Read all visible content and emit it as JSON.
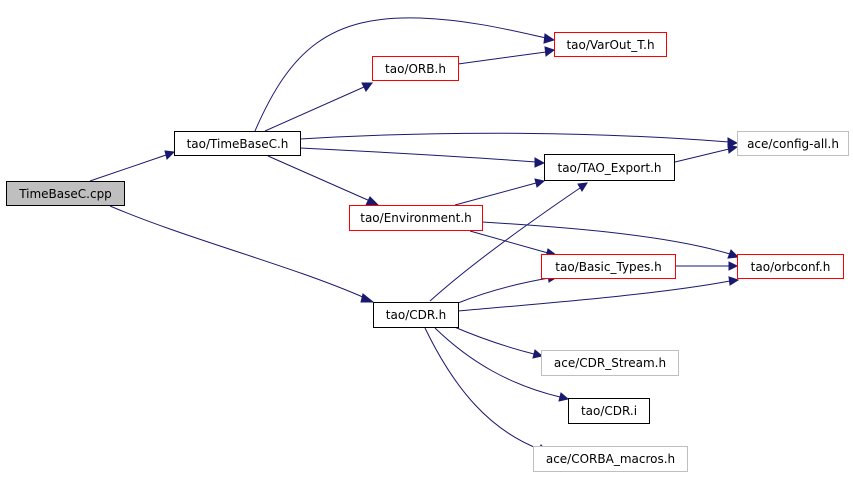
{
  "nodes": {
    "timebasec_cpp": "TimeBaseC.cpp",
    "tao_timebasec_h": "tao/TimeBaseC.h",
    "tao_orb_h": "tao/ORB.h",
    "tao_varout_t_h": "tao/VarOut_T.h",
    "ace_config_all_h": "ace/config-all.h",
    "tao_tao_export_h": "tao/TAO_Export.h",
    "tao_environment_h": "tao/Environment.h",
    "tao_basic_types_h": "tao/Basic_Types.h",
    "tao_orbconf_h": "tao/orbconf.h",
    "tao_cdr_h": "tao/CDR.h",
    "ace_cdr_stream_h": "ace/CDR_Stream.h",
    "tao_cdr_i": "tao/CDR.i",
    "ace_corba_macros_h": "ace/CORBA_macros.h"
  },
  "colors": {
    "edge": "#191970",
    "documented_border": "#ff0000",
    "undocumented_border": "#bfbfbf",
    "root_fill": "#bfbfbf"
  }
}
